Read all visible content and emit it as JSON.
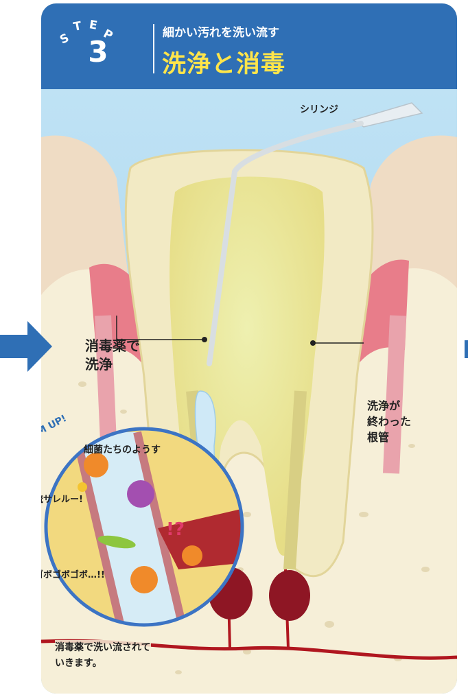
{
  "step": {
    "letters": [
      "S",
      "T",
      "E",
      "P"
    ],
    "number": "3"
  },
  "header": {
    "subtitle": "細かい汚れを洗い流す",
    "title": "洗浄と消毒"
  },
  "labels": {
    "syringe": "シリンジ",
    "disinfectant_line1": "消毒薬で",
    "disinfectant_line2": "洗浄",
    "cleaned_line1": "洗浄が",
    "cleaned_line2": "終わった",
    "cleaned_line3": "根管"
  },
  "zoom": {
    "tag": "ZOOM UP!",
    "caption": "細菌たちのようす",
    "speech1": "流サレルー!",
    "speech2": "ゴボゴボゴボ…!!",
    "exclaim": "!?"
  },
  "footer": {
    "line1": "消毒薬で洗い流されて",
    "line2": "いきます。"
  },
  "colors": {
    "header_bg": "#2f6fb5",
    "title": "#ffe54a",
    "sky": "#a8d6f0",
    "enamel": "#f2eac4",
    "pulp": "#ede89a",
    "gum": "#e87d8a",
    "bone": "#f6efd8",
    "blood": "#b0161f",
    "lesion": "#8e1624",
    "disinfectant": "#cfe9f7"
  }
}
